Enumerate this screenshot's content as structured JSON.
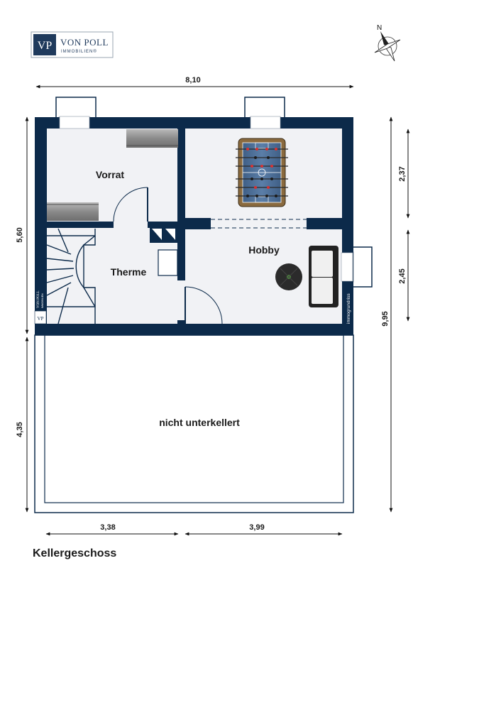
{
  "logo": {
    "monogram": "VP",
    "name": "VON POLL",
    "sub": "IMMOBILIEN®"
  },
  "compass": {
    "north_label": "N"
  },
  "rooms": {
    "vorrat": "Vorrat",
    "hobby": "Hobby",
    "therme": "Therme",
    "unexcavated": "nicht unterkellert"
  },
  "dimensions": {
    "total_width": "8,10",
    "total_depth": "9,95",
    "cellar_depth": "5,60",
    "unexcavated_depth": "4,35",
    "room_upper_right": "2,37",
    "room_lower_right": "2,45",
    "left_width": "3,38",
    "right_width": "3,99"
  },
  "watermark": "immogrundriss",
  "stair_logo": {
    "monogram": "VP",
    "name": "VON POLL",
    "sub": "IMMOBILIEN"
  },
  "floor_title": "Kellergeschoss",
  "colors": {
    "wall": "#0c2a4a",
    "floor": "#f1f2f5",
    "brand": "#1f3a5c"
  }
}
